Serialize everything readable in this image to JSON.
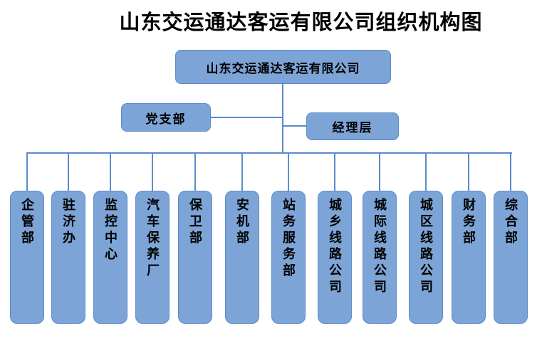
{
  "title": "山东交运通达客运有限公司组织机构图",
  "org": {
    "root": "山东交运通达客运有限公司",
    "branch_left": "党支部",
    "branch_right": "经理层",
    "departments": [
      "企管部",
      "驻济办",
      "监控中心",
      "汽车保养厂",
      "保卫部",
      "安机部",
      "站务服务部",
      "城乡线路公司",
      "城际线路公司",
      "城区线路公司",
      "财务部",
      "综合部"
    ]
  },
  "colors": {
    "box_fill": "#7da4d6",
    "box_border": "#5b8dc9",
    "line": "#5b8dc9",
    "text": "#000000"
  }
}
